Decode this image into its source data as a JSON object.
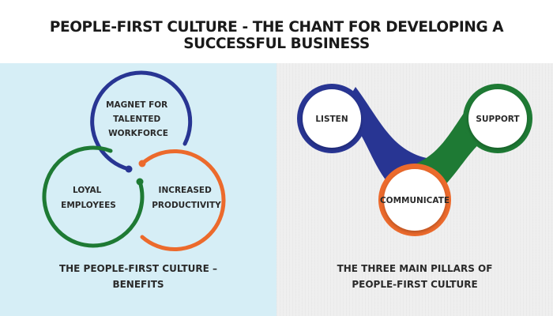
{
  "title": "PEOPLE-FIRST CULTURE - THE CHANT FOR DEVELOPING A SUCCESSFUL BUSINESS",
  "left": {
    "circles": [
      {
        "lines": [
          "MAGNET FOR",
          "TALENTED",
          "WORKFORCE"
        ],
        "color": "#283593"
      },
      {
        "lines": [
          "LOYAL",
          "EMPLOYEES"
        ],
        "color": "#1e7a34"
      },
      {
        "lines": [
          "INCREASED",
          "PRODUCTIVITY"
        ],
        "color": "#ec6a2c"
      }
    ],
    "caption": [
      "THE PEOPLE-FIRST CULTURE –",
      "BENEFITS"
    ]
  },
  "right": {
    "pillars": [
      {
        "label": "LISTEN",
        "color": "#283593"
      },
      {
        "label": "COMMUNICATE",
        "color": "#ec6a2c"
      },
      {
        "label": "SUPPORT",
        "color": "#1e7a34"
      }
    ],
    "caption": [
      "THE THREE MAIN PILLARS OF",
      "PEOPLE-FIRST CULTURE"
    ]
  }
}
